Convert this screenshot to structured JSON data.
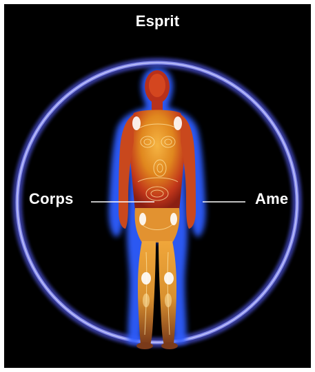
{
  "labels": {
    "top": "Esprit",
    "left": "Corps",
    "right": "Ame"
  },
  "colors": {
    "background": "#000000",
    "halo": "#7a7fe0",
    "aura": "#3a6cff",
    "body_warm": "#e0871e",
    "body_hot": "#c1361a",
    "lines": "#ffffff"
  }
}
